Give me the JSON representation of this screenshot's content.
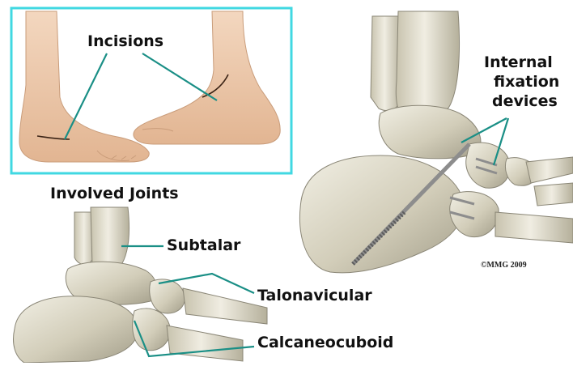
{
  "labels": {
    "incisions": "Incisions",
    "internal_fixation": [
      "Internal",
      "fixation",
      "devices"
    ],
    "involved_joints": "Involved Joints",
    "subtalar": "Subtalar",
    "talonavicular": "Talonavicular",
    "calcaneocuboid": "Calcaneocuboid"
  },
  "copyright": "©MMG 2009",
  "colors": {
    "frame": "#41d8e2",
    "leader": "#1a8f86",
    "bone_light": "#e9e6d9",
    "bone_mid": "#c9c4b0",
    "bone_dark": "#8a8676",
    "skin_light": "#f7ddc6",
    "skin_mid": "#e7bd9c",
    "hardware": "#8d8d8d"
  }
}
